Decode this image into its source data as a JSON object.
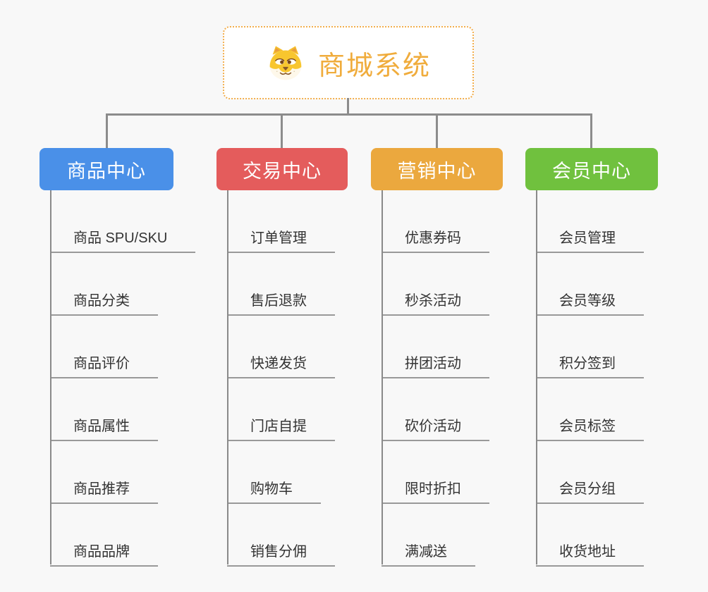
{
  "page": {
    "background": "#f8f8f8",
    "connector_color": "#8C8C8C",
    "underline_color": "#999999"
  },
  "root": {
    "title": "商城系统",
    "icon": "dog-face-icon",
    "text_color": "#F0AC3C",
    "border_color": "#F2AE4D"
  },
  "branches": [
    {
      "label": "商品中心",
      "color": "#4A90E8",
      "children": [
        "商品 SPU/SKU",
        "商品分类",
        "商品评价",
        "商品属性",
        "商品推荐",
        "商品品牌"
      ]
    },
    {
      "label": "交易中心",
      "color": "#E45C5C",
      "children": [
        "订单管理",
        "售后退款",
        "快递发货",
        "门店自提",
        "购物车",
        "销售分佣"
      ]
    },
    {
      "label": "营销中心",
      "color": "#EBA83E",
      "children": [
        "优惠券码",
        "秒杀活动",
        "拼团活动",
        "砍价活动",
        "限时折扣",
        "满减送"
      ]
    },
    {
      "label": "会员中心",
      "color": "#70C13E",
      "children": [
        "会员管理",
        "会员等级",
        "积分签到",
        "会员标签",
        "会员分组",
        "收货地址"
      ]
    }
  ]
}
